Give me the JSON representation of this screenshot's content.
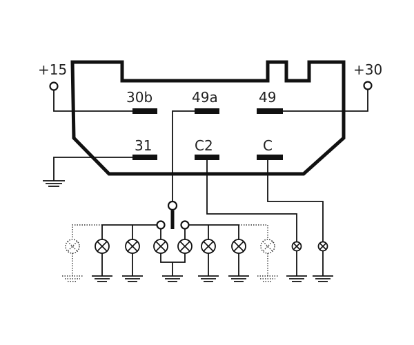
{
  "supply": {
    "left": "+15",
    "right": "+30"
  },
  "terminals": {
    "t30b": "30b",
    "t49a": "49a",
    "t49": "49",
    "t31": "31",
    "tC2": "C2",
    "tC": "C"
  },
  "colors": {
    "line": "#111111",
    "background": "#ffffff"
  }
}
